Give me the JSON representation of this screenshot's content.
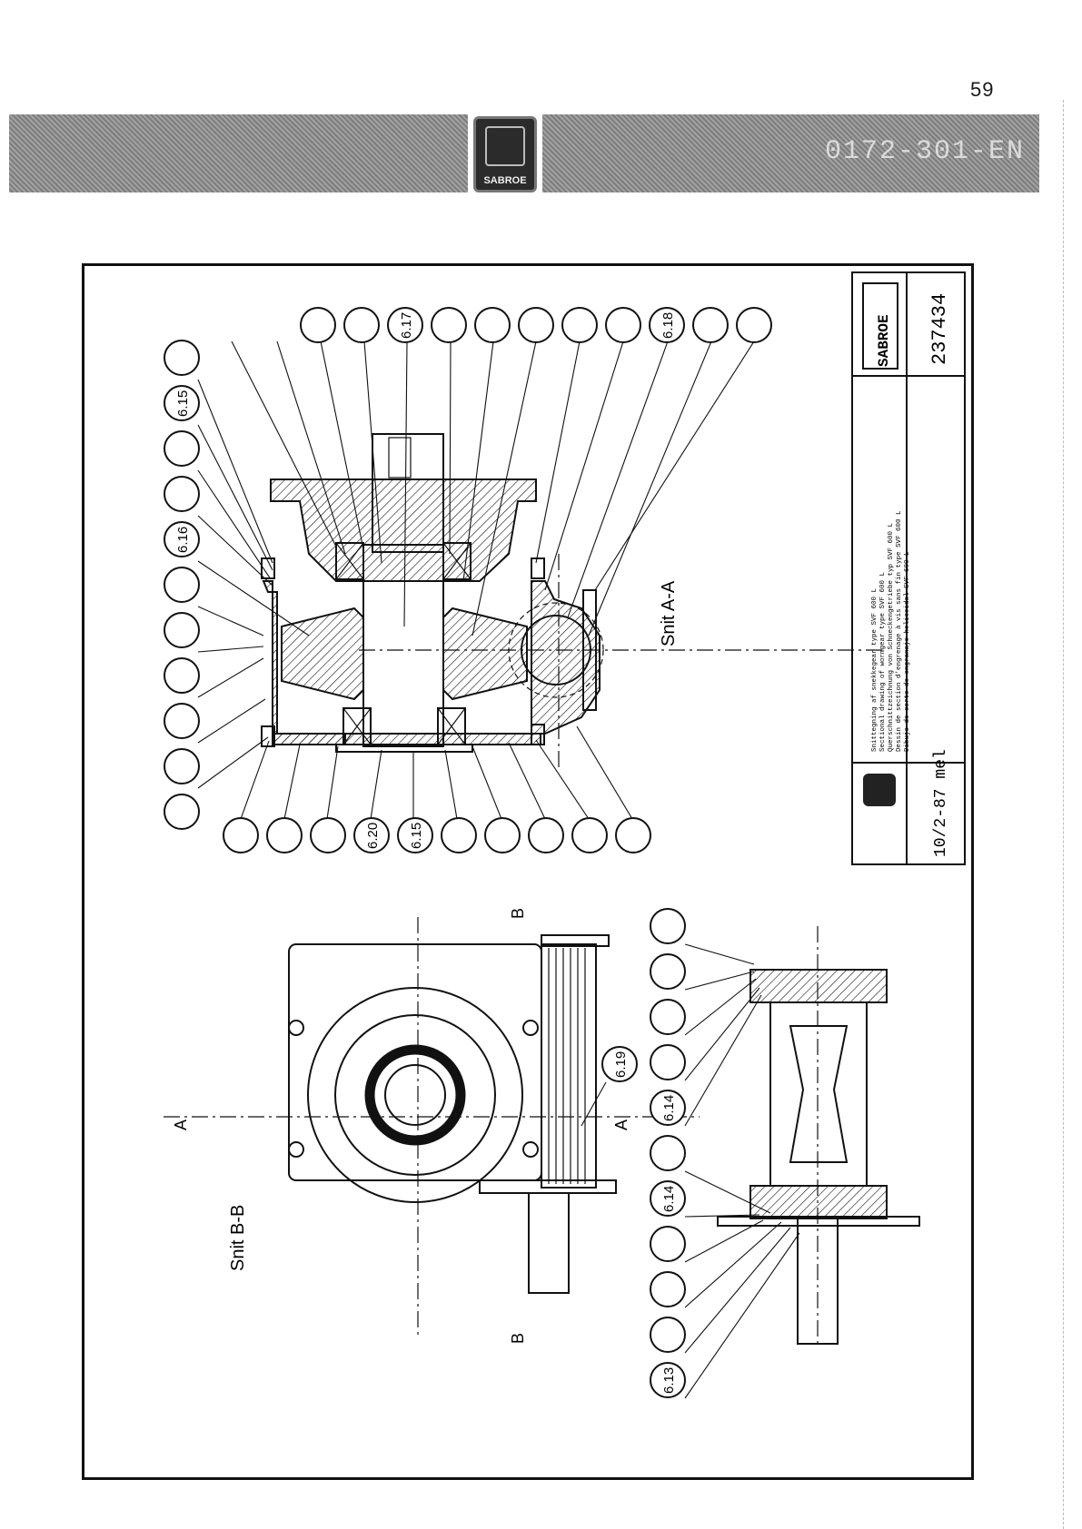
{
  "page": {
    "number": "59"
  },
  "header": {
    "doc_code": "0172-301-EN",
    "logo_text": "SABROE"
  },
  "drawing": {
    "section_a_label": "Snit A-A",
    "section_b_label": "Snit B-B",
    "cut_marks": {
      "a_top": "A",
      "a_bottom": "A",
      "b_top": "B",
      "b_bottom": "B"
    },
    "callouts_a": [
      "",
      "6.15",
      "",
      "",
      "6.16",
      "",
      "",
      "",
      "",
      "",
      "",
      "",
      "",
      "",
      "6.20",
      "6.15",
      "",
      "",
      "",
      "",
      "",
      "",
      "",
      "6.18",
      "",
      "",
      "",
      "",
      "",
      "6.17",
      "",
      ""
    ],
    "callouts_b": [
      "",
      "",
      "",
      "",
      "6.14",
      "6.19",
      "",
      "6.14",
      "",
      "",
      "",
      "6.13"
    ]
  },
  "title_block": {
    "brand": "SABROE",
    "drawing_number": "237434",
    "date_initials": "10/2-87 mel",
    "descriptions": [
      "Snittegning af snekkegear type SVF 600 L",
      "Sectional drawing of wormgear type SVF 600 L",
      "Querschnittzeichnung von Schneckengetriebe typ SVF 600 L",
      "Dessin de section d'engrenage à vis sans fin type SVF 600 L",
      "Dibujo de corte de engranaje helicoidal SVF 600 L"
    ]
  }
}
